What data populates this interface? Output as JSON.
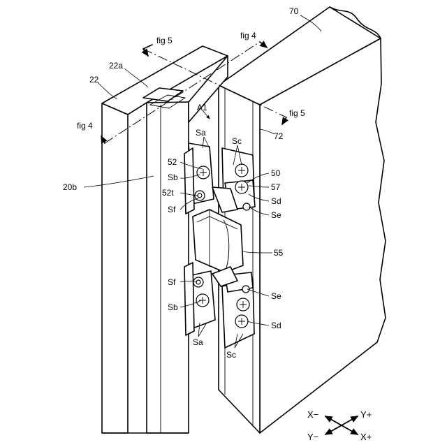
{
  "labels": {
    "door": "70",
    "door_edge": "72",
    "frame": "22",
    "frame_groove": "22a",
    "frame_face": "20b",
    "hinge": "A1",
    "plate_frame": "52",
    "tab_52t": "52t",
    "plate_door": "50",
    "part_57": "57",
    "knuckle": "55",
    "sa_top": "Sa",
    "sb_top": "Sb",
    "sf_top": "Sf",
    "sc_top": "Sc",
    "sd_top": "Sd",
    "se_top": "Se",
    "sf_bot": "Sf",
    "sb_bot": "Sb",
    "sa_bot": "Sa",
    "se_bot": "Se",
    "sd_bot": "Sd",
    "sc_bot": "Sc"
  },
  "section_marks": {
    "fig5_top": "fig 5",
    "fig4_top": "fig 4",
    "fig4_left": "fig 4",
    "fig5_right": "fig 5"
  },
  "axes": {
    "x_minus": "X−",
    "y_plus": "Y+",
    "y_minus": "Y−",
    "x_plus": "X+"
  }
}
